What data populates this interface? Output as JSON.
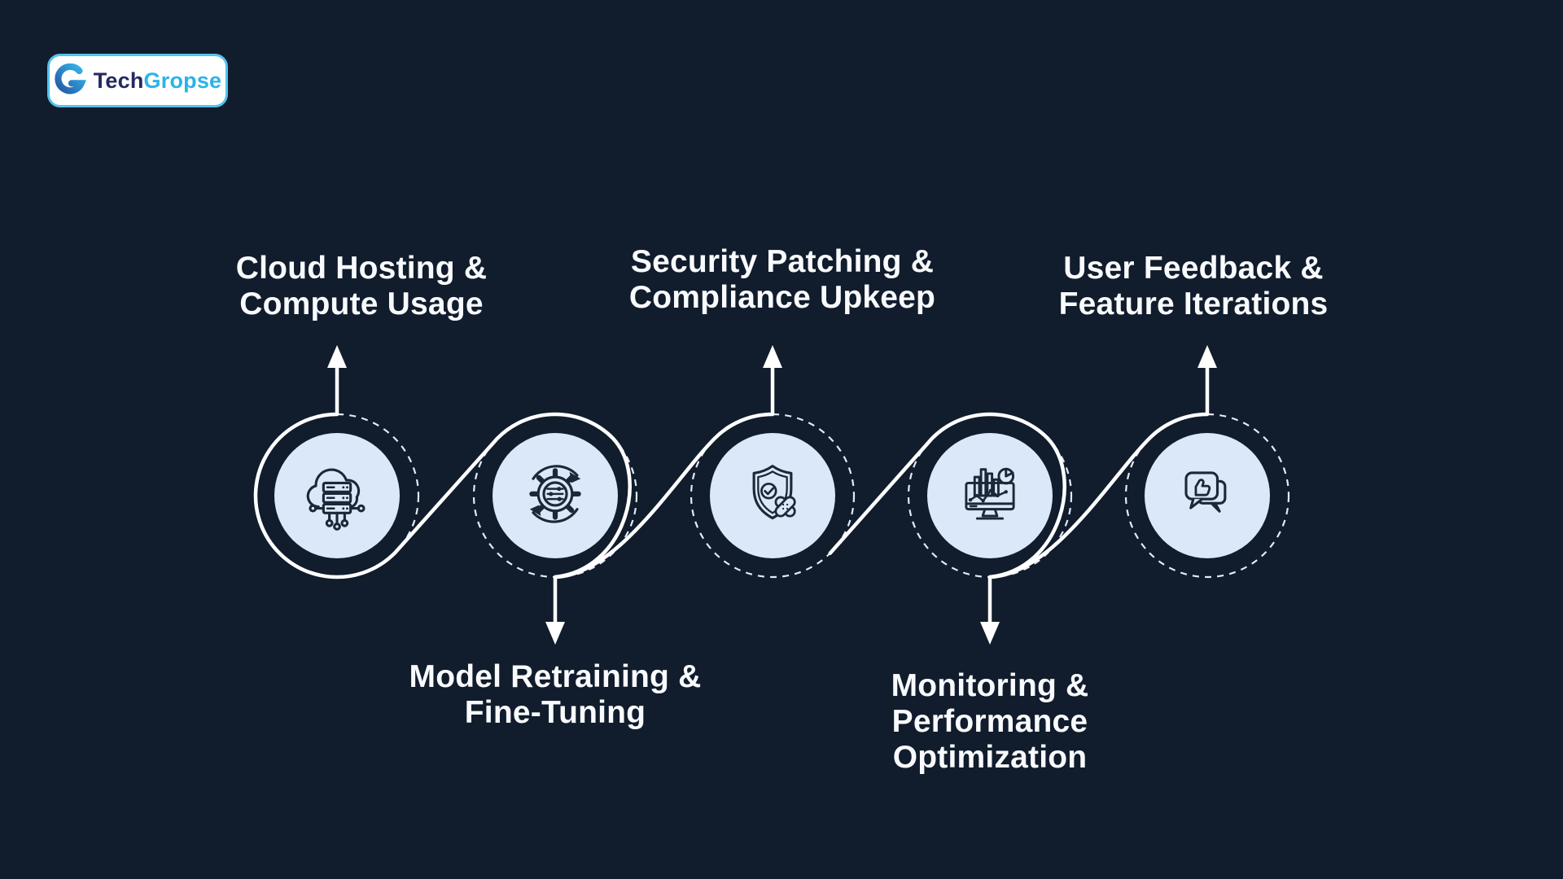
{
  "page": {
    "type": "infographic-timeline",
    "background": "#111c2c"
  },
  "logo": {
    "mark": "G",
    "name_part1": "Tech",
    "name_part2": "Gropse"
  },
  "colors": {
    "background": "#111c2c",
    "node_fill": "#dbe8fa",
    "line": "#ffffff",
    "ring_dash": "#e3ebf6",
    "icon_stroke": "#1c2836",
    "logo_accent": "#2bb3e8",
    "logo_dark": "#232a5e",
    "logo_border": "#54c2ee"
  },
  "steps": [
    {
      "id": "cloud-hosting",
      "icon": "cloud-server-icon",
      "label_position": "top",
      "lines": [
        "Cloud Hosting &",
        "Compute Usage"
      ]
    },
    {
      "id": "model-retraining",
      "icon": "gear-refresh-icon",
      "label_position": "bottom",
      "lines": [
        "Model Retraining &",
        "Fine-Tuning"
      ]
    },
    {
      "id": "security-patching",
      "icon": "shield-check-patch-icon",
      "label_position": "top",
      "lines": [
        "Security Patching &",
        "Compliance Upkeep"
      ]
    },
    {
      "id": "monitoring",
      "icon": "monitor-analytics-icon",
      "label_position": "bottom",
      "lines": [
        "Monitoring &",
        "Performance",
        "Optimization"
      ]
    },
    {
      "id": "user-feedback",
      "icon": "chat-thumbs-up-icon",
      "label_position": "top",
      "lines": [
        "User Feedback &",
        "Feature Iterations"
      ]
    }
  ]
}
